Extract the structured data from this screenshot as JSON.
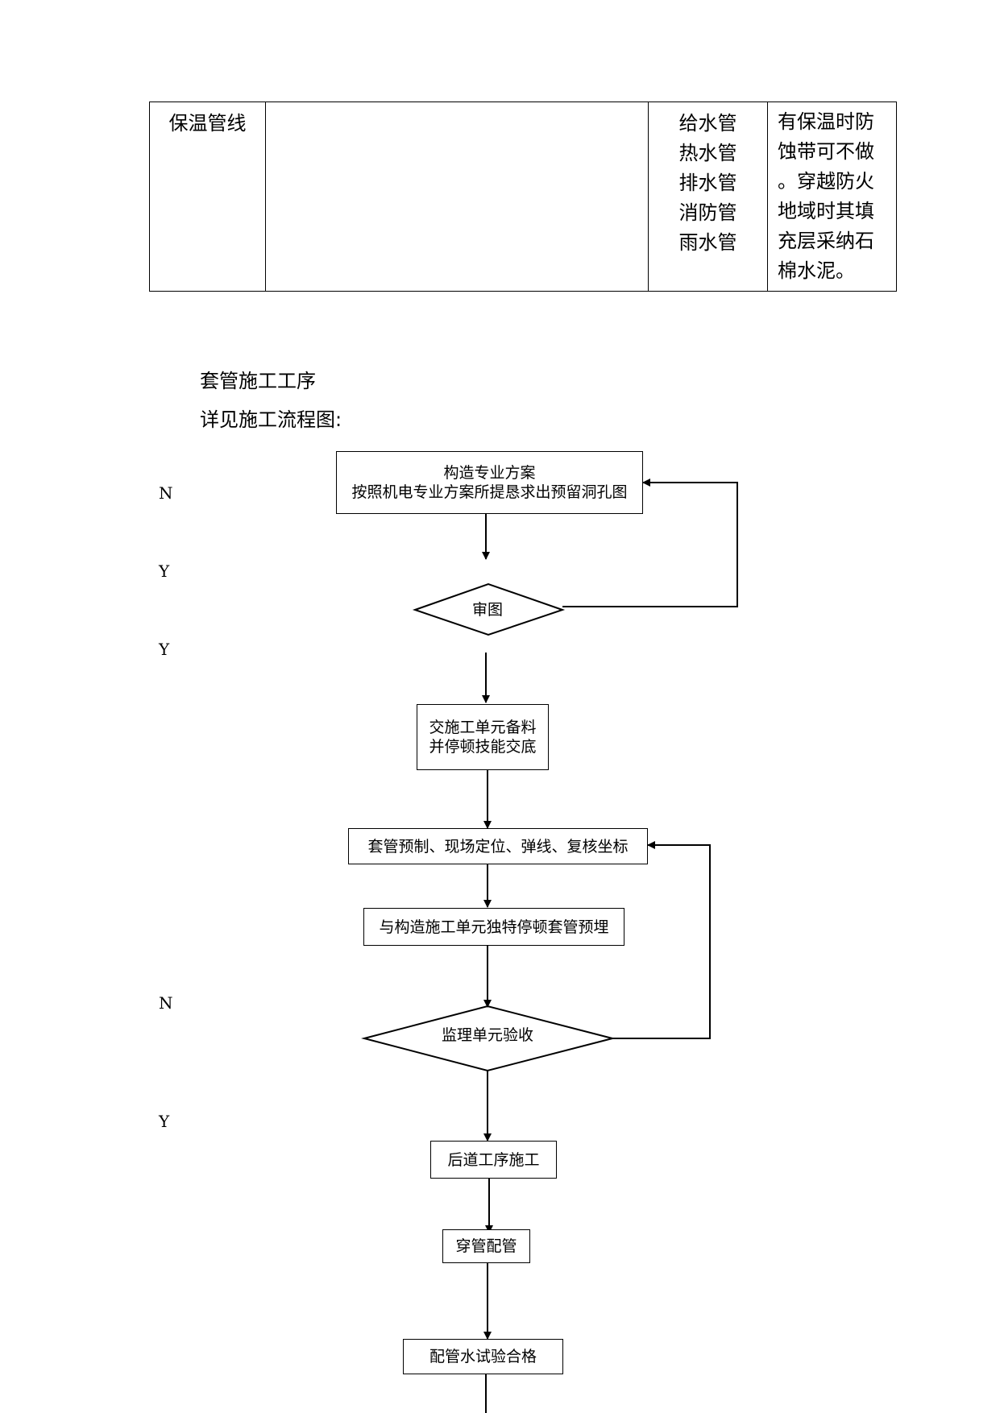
{
  "table": {
    "category": "保温管线",
    "description": "",
    "pipes": [
      "给水管",
      "热水管",
      "排水管",
      "消防管",
      "雨水管"
    ],
    "note_lines": [
      "有保温时防",
      "蚀带可不做",
      "。穿越防火",
      "地域时其填",
      "充层采纳石",
      "棉水泥。"
    ]
  },
  "section": {
    "title": "套管施工工序",
    "intro": "详见施工流程图:"
  },
  "flowchart": {
    "side_labels": [
      "N",
      "Y",
      "Y",
      "N",
      "Y"
    ],
    "step1_line1": "构造专业方案",
    "step1_line2": "按照机电专业方案所提恳求出预留洞孔图",
    "decision1": "审图",
    "step2_line1": "交施工单元备料",
    "step2_line2": "并停顿技能交底",
    "step3": "套管预制、现场定位、弹线、复核坐标",
    "step4": "与构造施工单元独特停顿套管预埋",
    "decision2": "监理单元验收",
    "step5": "后道工序施工",
    "step6": "穿管配管",
    "step7": "配管水试验合格"
  }
}
